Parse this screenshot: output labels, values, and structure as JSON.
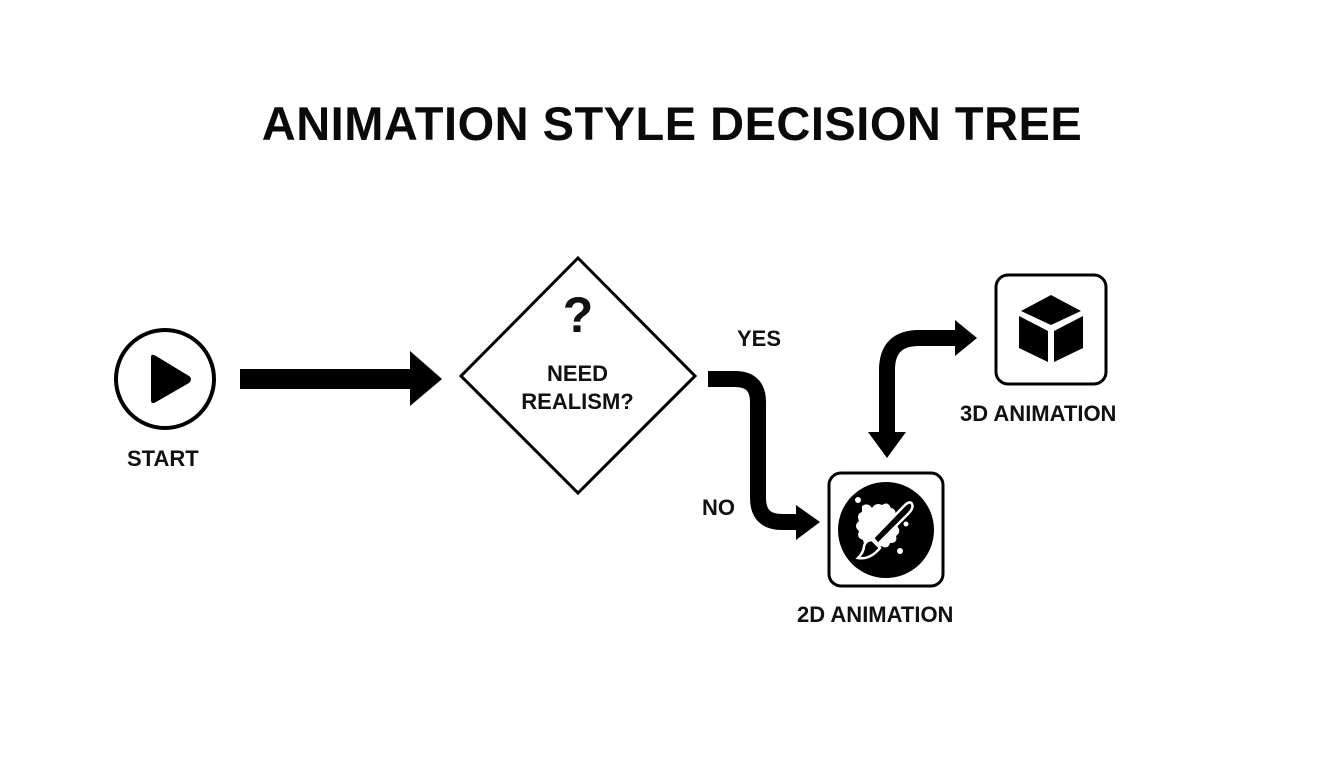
{
  "title": "ANIMATION STYLE DECISION TREE",
  "nodes": {
    "start": {
      "label": "START",
      "icon": "play-icon"
    },
    "decision": {
      "symbol": "?",
      "line1": "NEED",
      "line2": "REALISM?",
      "icon": "question-mark-icon"
    },
    "anim3d": {
      "label": "3D ANIMATION",
      "icon": "cube-icon"
    },
    "anim2d": {
      "label": "2D ANIMATION",
      "icon": "paintbrush-splash-icon"
    }
  },
  "edges": {
    "yes": "YES",
    "no": "NO"
  },
  "colors": {
    "stroke": "#000000",
    "background": "#ffffff"
  }
}
